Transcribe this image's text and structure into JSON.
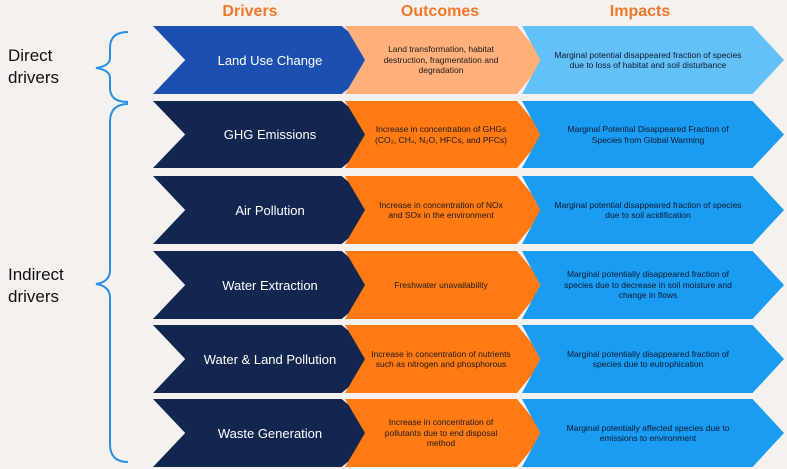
{
  "headers": {
    "drivers": "Drivers",
    "outcomes": "Outcomes",
    "impacts": "Impacts"
  },
  "groups": {
    "direct": "Direct drivers",
    "indirect": "Indirect drivers"
  },
  "rows": [
    {
      "driver": "Land Use Change",
      "outcome": "Land transformation, habitat destruction, fragmentation and degradation",
      "impact": "Marginal potential disappeared fraction of species due to loss of habitat and soil disturbance"
    },
    {
      "driver": "GHG Emissions",
      "outcome": "Increase in concentration of GHGs (CO₂, CH₄, N₂O, HFCs, and PFCs)",
      "impact": "Marginal Potential Disappeared Fraction of Species from Global Warming"
    },
    {
      "driver": "Air Pollution",
      "outcome": "Increase in concentration of NOx and SOx in the environment",
      "impact": "Marginal potential disappeared fraction of species due to soil acidification"
    },
    {
      "driver": "Water Extraction",
      "outcome": "Freshwater unavailability",
      "impact": "Marginal potentially disappeared fraction of species due to decrease in soil moisture and change in flows"
    },
    {
      "driver": "Water & Land Pollution",
      "outcome": "Increase in concentration of nutrients such as nitrogen and phosphorous",
      "impact": "Marginal potentially disappeared fraction of species due to eutrophication"
    },
    {
      "driver": "Waste Generation",
      "outcome": "Increase in concentration of pollutants due to end disposal method",
      "impact": "Marginal potentially affected species due to emissions to environment"
    }
  ],
  "colors": {
    "header": "#f0782a",
    "driver_direct": "#1b4fb0",
    "driver": "#13264f",
    "outcome_direct": "#ffb07a",
    "outcome": "#ff7a12",
    "impact_direct": "#64c1f8",
    "impact": "#1a9cf2",
    "brace": "#2a8fe0"
  }
}
